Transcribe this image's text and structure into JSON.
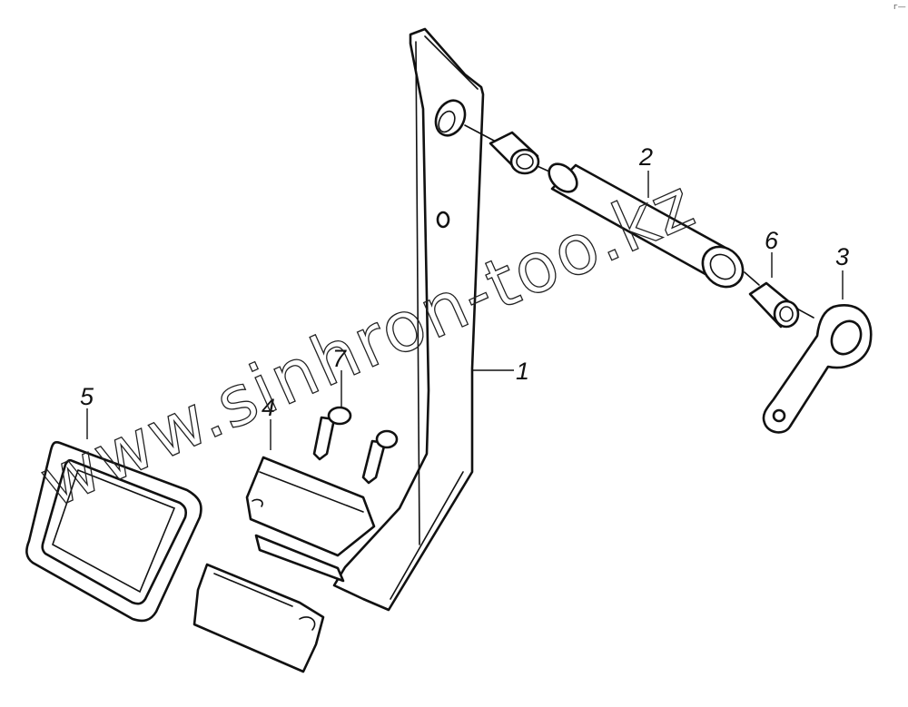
{
  "callouts": [
    {
      "id": "1",
      "label": "1"
    },
    {
      "id": "2",
      "label": "2"
    },
    {
      "id": "3",
      "label": "3"
    },
    {
      "id": "4",
      "label": "4"
    },
    {
      "id": "5",
      "label": "5"
    },
    {
      "id": "6",
      "label": "6"
    },
    {
      "id": "7",
      "label": "7"
    }
  ],
  "watermark": "www.sinhron-too.kz",
  "corner_mark": "г—"
}
